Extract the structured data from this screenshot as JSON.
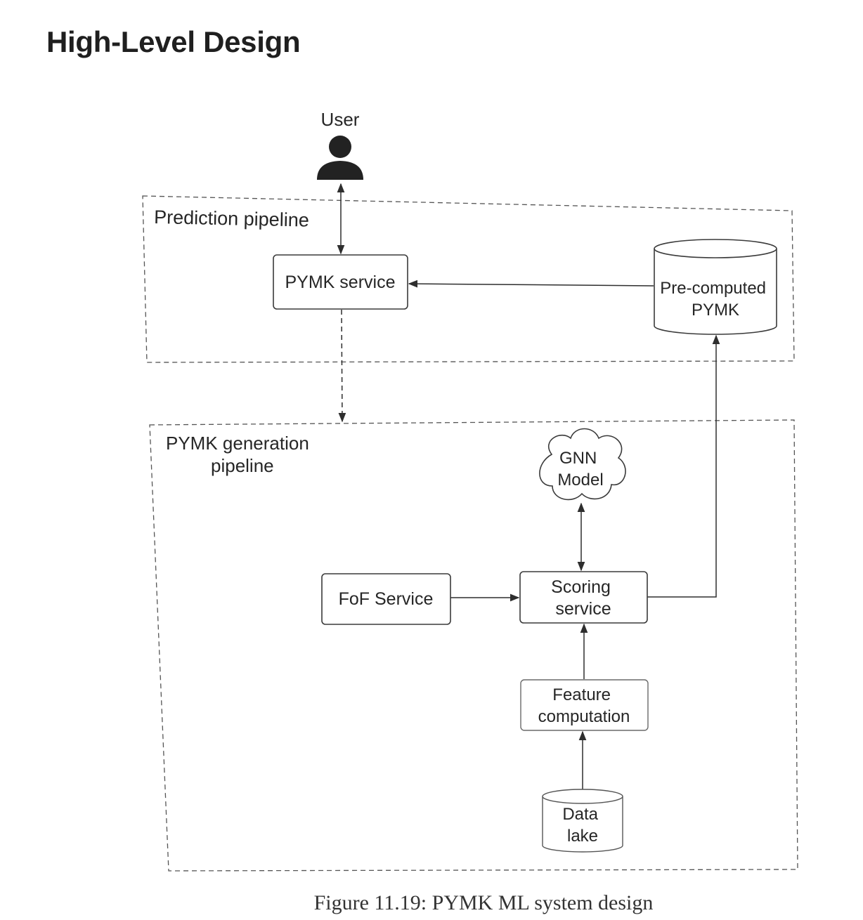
{
  "page": {
    "title": "High-Level Design"
  },
  "diagram": {
    "user_label": "User",
    "prediction_pipeline_label": "Prediction pipeline",
    "generation_pipeline_label": [
      "PYMK generation",
      "pipeline"
    ],
    "nodes": {
      "pymk_service": "PYMK service",
      "precomputed_pymk": [
        "Pre-computed",
        "PYMK"
      ],
      "gnn_model": [
        "GNN",
        "Model"
      ],
      "fof_service": "FoF Service",
      "scoring_service": [
        "Scoring",
        "service"
      ],
      "feature_computation": [
        "Feature",
        "computation"
      ],
      "data_lake": [
        "Data",
        "lake"
      ]
    },
    "caption": "Figure 11.19: PYMK ML system design"
  }
}
